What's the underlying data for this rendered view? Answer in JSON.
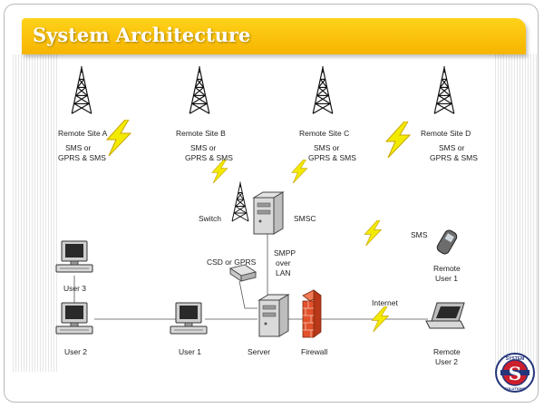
{
  "title": "System Architecture",
  "sites": [
    {
      "name": "Remote Site A",
      "line1": "SMS or",
      "line2": "GPRS & SMS"
    },
    {
      "name": "Remote Site B",
      "line1": "SMS or",
      "line2": "GPRS & SMS"
    },
    {
      "name": "Remote Site C",
      "line1": "SMS or",
      "line2": "GPRS & SMS"
    },
    {
      "name": "Remote Site D",
      "line1": "SMS or",
      "line2": "GPRS & SMS"
    }
  ],
  "labels": {
    "switch": "Switch",
    "smsc": "SMSC",
    "sms": "SMS",
    "csd": "CSD or GPRS",
    "smpp1": "SMPP",
    "smpp2": "over",
    "smpp3": "LAN",
    "internet": "Internet",
    "server": "Server",
    "firewall": "Firewall",
    "user1": "User 1",
    "user2": "User 2",
    "user3": "User 3",
    "remote_user1_a": "Remote",
    "remote_user1_b": "User 1",
    "remote_user2_a": "Remote",
    "remote_user2_b": "User 2"
  },
  "logo": {
    "top_text": "SYSTEM",
    "letter": "S",
    "bottom_text": "SOLUTIONS"
  },
  "colors": {
    "title_bar": "#f6b400",
    "lightning": "#f2ea00",
    "firewall": "#e2512b",
    "logo_red": "#cc1f2d",
    "logo_blue": "#24357a"
  }
}
